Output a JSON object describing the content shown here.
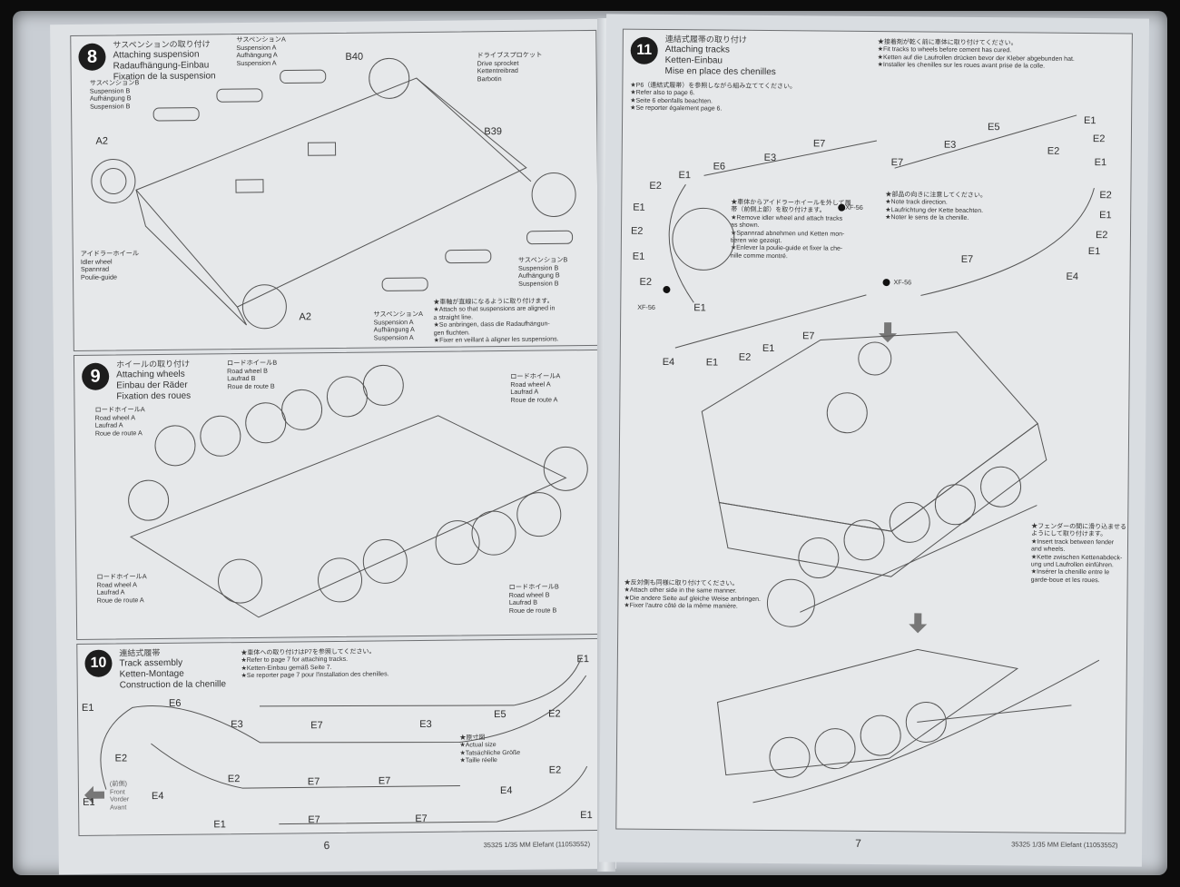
{
  "document": {
    "left_page": {
      "page_number": "6",
      "kit_code": "35325  1/35 MM Elefant (11053552)",
      "steps": [
        {
          "number": "8",
          "title_jp": "サスペンションの取り付け",
          "title_en": "Attaching suspension",
          "title_de": "Radaufhängung-Einbau",
          "title_fr": "Fixation de la suspension",
          "callouts": {
            "susp_a_top": [
              "サスペンションA",
              "Suspension A",
              "Aufhängung A",
              "Suspension A"
            ],
            "susp_b_top": [
              "サスペンションB",
              "Suspension B",
              "Aufhängung B",
              "Suspension B"
            ],
            "drive_sprocket": [
              "ドライブスプロケット",
              "Drive sprocket",
              "Kettentreibrad",
              "Barbotin"
            ],
            "idler_wheel": [
              "アイドラーホイール",
              "Idler wheel",
              "Spannrad",
              "Poulie-guide"
            ],
            "susp_b_bottom": [
              "サスペンションB",
              "Suspension B",
              "Aufhängung B",
              "Suspension B"
            ],
            "susp_a_bottom": [
              "サスペンションA",
              "Suspension A",
              "Aufhängung A",
              "Suspension A"
            ]
          },
          "part_labels": [
            "B40",
            "B39",
            "A2",
            "A2"
          ],
          "note": [
            "★車軸が直線になるように取り付けます。",
            "★Attach so that suspensions are aligned in",
            "a straight line.",
            "★So anbringen, dass die Radaufhängun-",
            "gen fluchten.",
            "★Fixer en veillant à aligner les suspensions."
          ]
        },
        {
          "number": "9",
          "title_jp": "ホイールの取り付け",
          "title_en": "Attaching wheels",
          "title_de": "Einbau der Räder",
          "title_fr": "Fixation des roues",
          "callouts": {
            "road_wheel_b_top": [
              "ロードホイールB",
              "Road wheel B",
              "Laufrad B",
              "Roue de route B"
            ],
            "road_wheel_a_left": [
              "ロードホイールA",
              "Road wheel A",
              "Laufrad A",
              "Roue de route A"
            ],
            "road_wheel_a_right": [
              "ロードホイールA",
              "Road wheel A",
              "Laufrad A",
              "Roue de route A"
            ],
            "road_wheel_a_bottom": [
              "ロードホイールA",
              "Road wheel A",
              "Laufrad A",
              "Roue de route A"
            ],
            "road_wheel_b_bottom": [
              "ロードホイールB",
              "Road wheel B",
              "Laufrad B",
              "Roue de route B"
            ]
          }
        },
        {
          "number": "10",
          "title_jp": "連結式履帯",
          "title_en": "Track assembly",
          "title_de": "Ketten-Montage",
          "title_fr": "Construction de la chenille",
          "note": [
            "★車体への取り付けはP7を参照してください。",
            "★Refer to page 7 for attaching tracks.",
            "★Ketten-Einbau gemäß Seite 7.",
            "★Se reporter page 7 pour l'installation des chenilles."
          ],
          "actual_size": [
            "★原寸図",
            "★Actual size",
            "★Tatsächliche Größe",
            "★Taille réelle"
          ],
          "front": [
            "(前側)",
            "Front",
            "Vorder",
            "Avant"
          ],
          "part_labels": [
            "E1",
            "E6",
            "E3",
            "E7",
            "E3",
            "E5",
            "E2",
            "E1",
            "E2",
            "E1",
            "E2",
            "E4",
            "E7",
            "E7",
            "E1",
            "E7",
            "E7",
            "E4",
            "E2",
            "E1"
          ]
        }
      ]
    },
    "right_page": {
      "page_number": "7",
      "kit_code": "35325  1/35 MM Elefant (11053552)",
      "step": {
        "number": "11",
        "title_jp": "連結式履帯の取り付け",
        "title_en": "Attaching tracks",
        "title_de": "Ketten-Einbau",
        "title_fr": "Mise en place des chenilles",
        "note_refer": [
          "★P6（連結式履帯）を参照しながら組み立ててください。",
          "★Refer also to page 6.",
          "★Seite 6 ebenfalls beachten.",
          "★Se reporter également page 6."
        ],
        "note_cement": [
          "★接着剤が乾く前に車体に取り付けてください。",
          "★Fit tracks to wheels before cement has cured.",
          "★Ketten auf die Laufrollen drücken bevor der Kleber abgebunden hat.",
          "★Installer les chenilles sur les roues avant prise de la colle."
        ],
        "note_idler": [
          "★車体からアイドラーホイールを外して履",
          "帯（前側上部）を取り付けます。",
          "★Remove idler wheel and attach tracks",
          "as shown.",
          "★Spannrad abnehmen und Ketten mon-",
          "tieren wie gezeigt.",
          "★Enlever la poulie-guide et fixer la che-",
          "nille comme montré."
        ],
        "note_direction": [
          "★部品の向きに注意してください。",
          "★Note track direction.",
          "★Laufrichtung der Kette beachten.",
          "★Noter le sens de la chenille."
        ],
        "note_other_side": [
          "★反対側も同様に取り付けてください。",
          "★Attach other side in the same manner.",
          "★Die andere Seite auf gleiche Weise anbringen.",
          "★Fixer l'autre côté de la même manière."
        ],
        "note_fender": [
          "★フェンダーの間に滑り込ませる",
          "ようにして取り付けます。",
          "★Insert track between fender",
          "and wheels.",
          "★Kette zwischen Kettenabdeck-",
          "ung und Laufrollen einführen.",
          "★Insérer la chenille entre le",
          "garde-boue et les roues."
        ],
        "paint_code": "XF-56",
        "part_labels": [
          "E1",
          "E6",
          "E3",
          "E7",
          "E2",
          "E1",
          "E2",
          "E1",
          "E2",
          "E1",
          "E7",
          "E3",
          "E5",
          "E2",
          "E1",
          "E2",
          "E1",
          "E2",
          "E1",
          "E2",
          "E1",
          "E4",
          "E7",
          "E7",
          "E4",
          "E1",
          "E2",
          "E1"
        ]
      }
    }
  }
}
